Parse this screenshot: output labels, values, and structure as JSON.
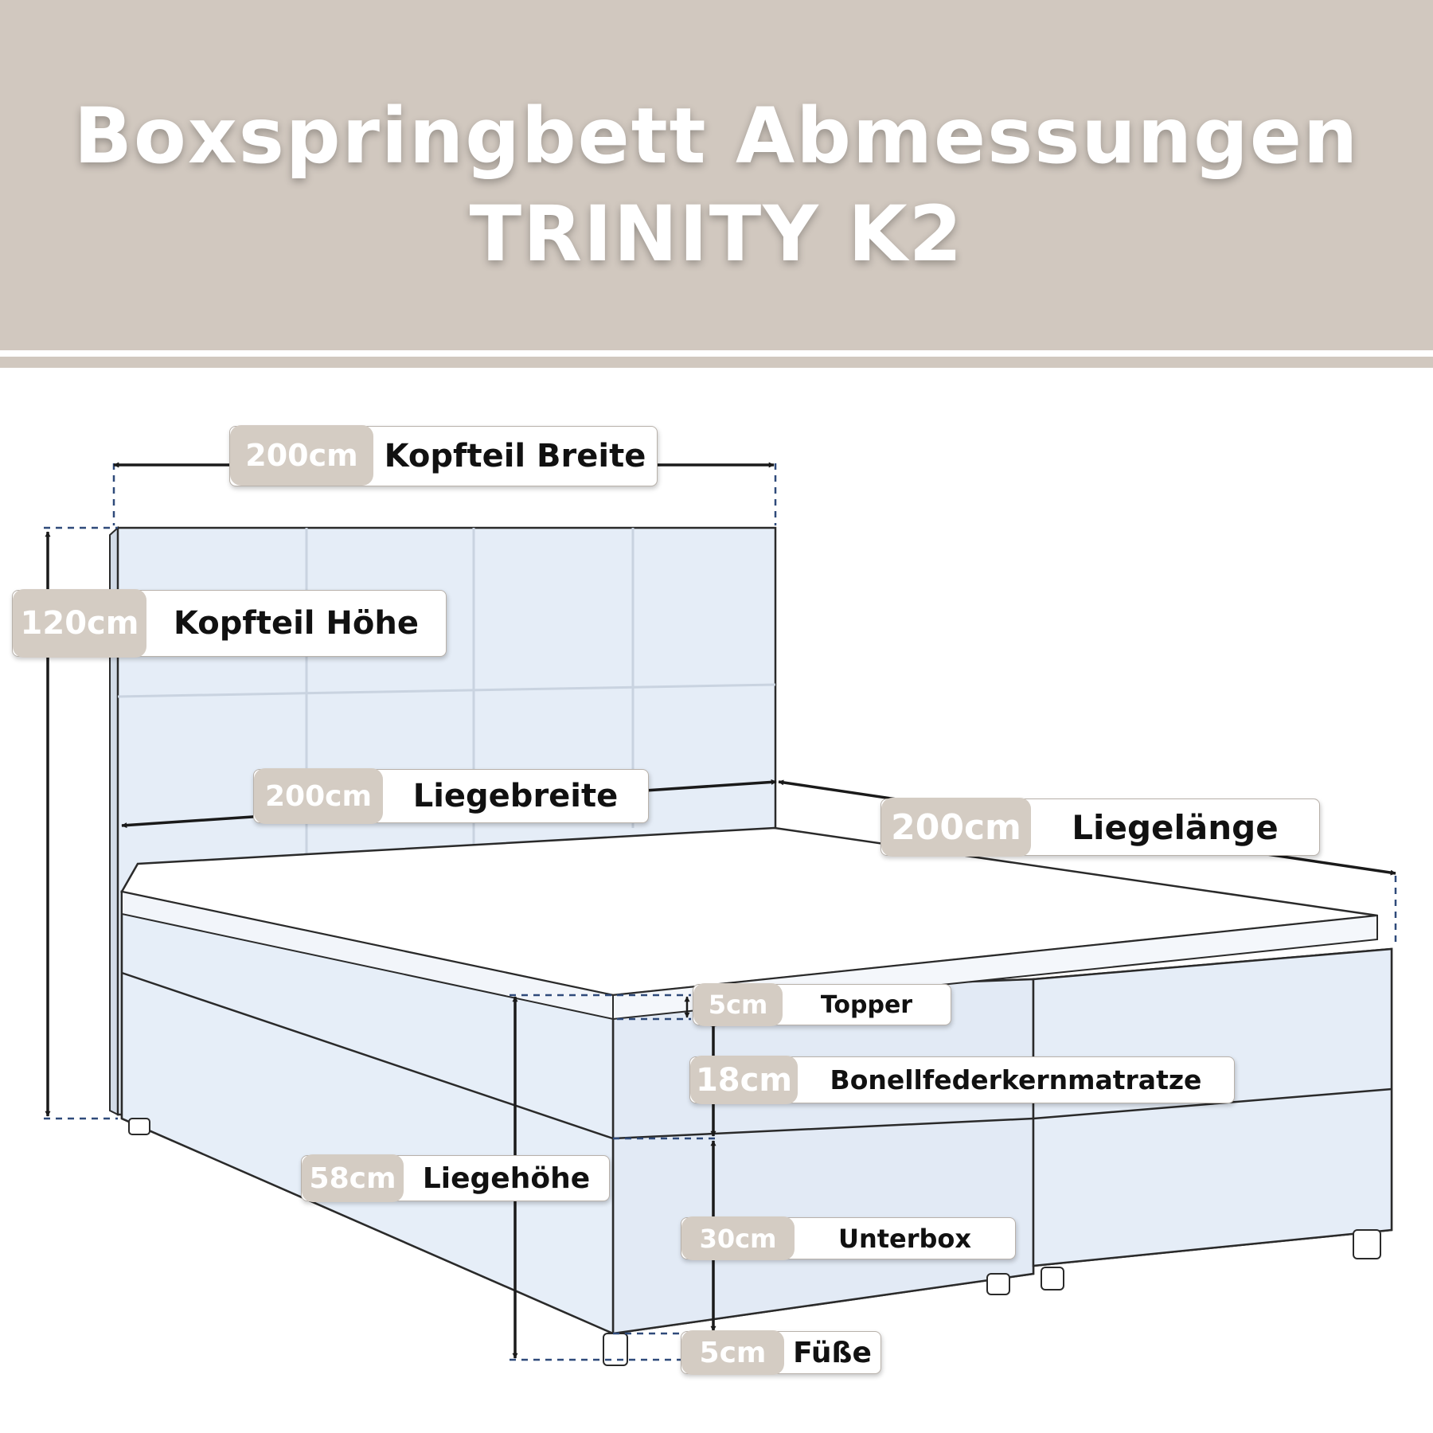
{
  "header": {
    "title_line1": "Boxspringbett Abmessungen",
    "title_line2": "TRINITY K2"
  },
  "labels": {
    "kopfteil_breite": {
      "value": "200cm",
      "text": "Kopfteil Breite"
    },
    "kopfteil_hoehe": {
      "value": "120cm",
      "text": "Kopfteil Höhe"
    },
    "liegebreite": {
      "value": "200cm",
      "text": "Liegebreite"
    },
    "liegelaenge": {
      "value": "200cm",
      "text": "Liegelänge"
    },
    "topper": {
      "value": "5cm",
      "text": "Topper"
    },
    "matratze": {
      "value": "18cm",
      "text": "Bonellfederkernmatratze"
    },
    "liegehoehe": {
      "value": "58cm",
      "text": "Liegehöhe"
    },
    "unterbox": {
      "value": "30cm",
      "text": "Unterbox"
    },
    "fuesse": {
      "value": "5cm",
      "text": "Füße"
    }
  },
  "colors": {
    "header_bg": "#d1c8bf",
    "pill_bg": "#d4ccc3",
    "bed_fabric": "#e5edf7",
    "dimension_line": "#1a1a1a",
    "dashed_guide": "#2f4a7a"
  }
}
